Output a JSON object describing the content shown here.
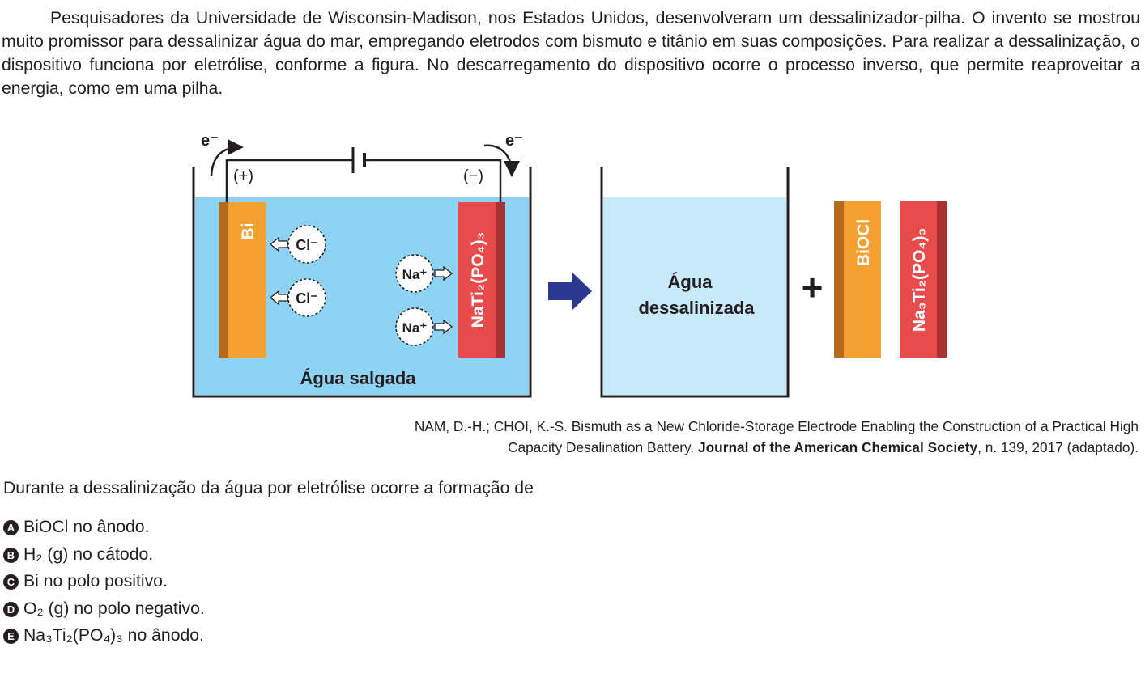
{
  "intro": {
    "text": "Pesquisadores da Universidade de Wisconsin-Madison, nos Estados Unidos, desenvolveram um dessalinizador-pilha. O invento se mostrou muito promissor para dessalinizar água do mar, empregando eletrodos com bismuto e titânio em suas composições. Para realizar a dessalinização, o dispositivo funciona por eletrólise, conforme a figura. No descarregamento do dispositivo ocorre o processo inverso, que permite reaproveitar a energia, como em uma pilha."
  },
  "figure": {
    "electron_left": "e⁻",
    "electron_right": "e⁻",
    "pole_positive": "(+)",
    "pole_negative": "(−)",
    "electrode_bi": "Bi",
    "electrode_nati": "NaTi₂(PO₄)₃",
    "ion_cl": "Cl⁻",
    "ion_na": "Na⁺",
    "label_salt_water": "Água salgada",
    "label_desal_line1": "Água",
    "label_desal_line2": "dessalinizada",
    "plus_sign": "+",
    "product_biocl": "BiOCl",
    "product_na3ti": "Na₃Ti₂(PO₄)₃",
    "colors": {
      "salt_water": "#8fd3f4",
      "desal_water": "#c8e9f9",
      "bi_orange": "#f5a032",
      "bi_edge": "#b36a1c",
      "nati_red": "#e84b4b",
      "nati_edge": "#a83232",
      "process_arrow": "#2b3990"
    }
  },
  "citation": {
    "line1": "NAM, D.-H.; CHOI, K.-S. Bismuth as a New Chloride-Storage Electrode Enabling the Construction of a Practical High",
    "line2_plain": "Capacity Desalination Battery. ",
    "line2_journal": "Journal of the American Chemical Society",
    "line2_tail": ", n. 139, 2017 (adaptado)."
  },
  "question": "Durante a dessalinização da água por eletrólise ocorre a formação de",
  "options": [
    {
      "letter": "A",
      "text": "BiOCl no ânodo."
    },
    {
      "letter": "B",
      "text": "H₂ (g) no cátodo."
    },
    {
      "letter": "C",
      "text": "Bi no polo positivo."
    },
    {
      "letter": "D",
      "text": "O₂ (g) no polo negativo."
    },
    {
      "letter": "E",
      "text": "Na₃Ti₂(PO₄)₃ no ânodo."
    }
  ]
}
